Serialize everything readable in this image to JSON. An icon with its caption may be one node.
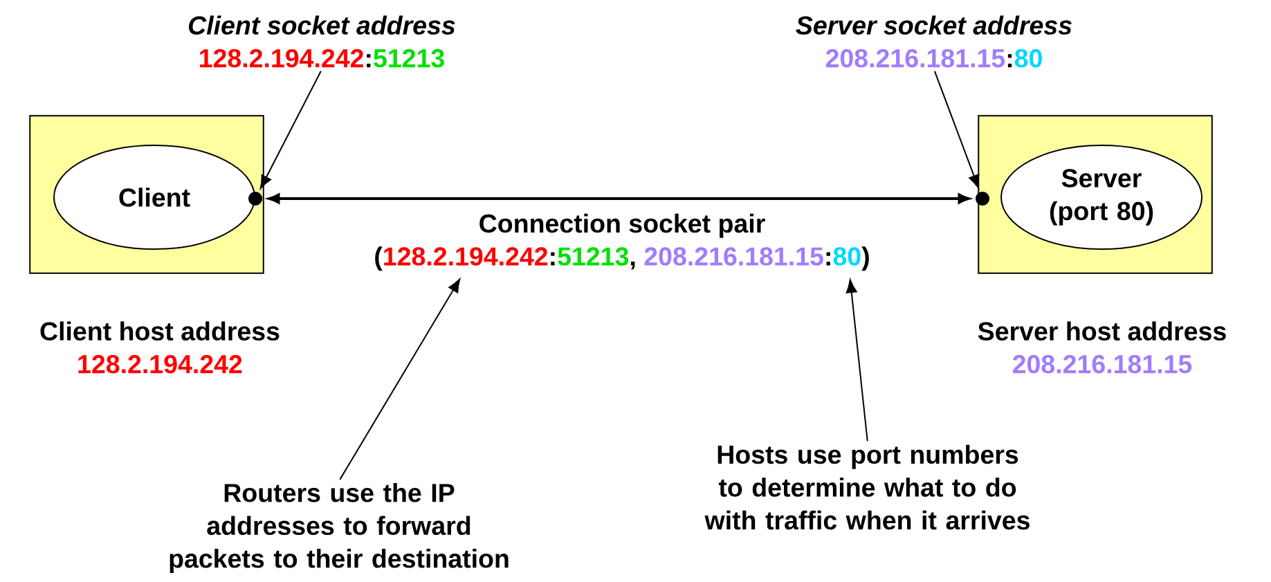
{
  "diagram": {
    "nodes": [
      {
        "text": [
          "Client socket address",
          "128.2.194.242",
          ":",
          "51213"
        ]
      },
      {
        "text": [
          "Server socket address",
          "208.216.181.15",
          ":",
          "80"
        ]
      },
      {
        "text": [],
        "shape": "box",
        "beside": [
          "Client host address",
          "128.2.194.242"
        ]
      },
      {
        "text": [
          "Client"
        ],
        "in": 2
      },
      {
        "text": [],
        "shape": "circle",
        "in": 2
      },
      {
        "text": [],
        "shape": "box",
        "beside": [
          "Server host address",
          "208.216.181.15"
        ]
      },
      {
        "text": [
          "Server (port 80)"
        ],
        "in": 5
      },
      {
        "text": [],
        "shape": "circle",
        "in": 5
      },
      {
        "text": [
          "Connection socket pair",
          "(",
          "128.2.194.242",
          ":",
          "51213",
          ",",
          "208.216.181.15",
          ":",
          "80",
          ")"
        ]
      },
      {
        "text": [
          "Routers use the IP addresses to forward packets to their destination"
        ]
      },
      {
        "text": [
          "Hosts use port numbers to determine what to do with traffic when it arrives"
        ]
      }
    ],
    "edges": [
      {
        "from": 4,
        "to": 7,
        "arrow": "both"
      },
      {
        "from": 0,
        "to": 4,
        "arrow": "to"
      },
      {
        "from": 1,
        "to": 7,
        "arrow": "to"
      },
      {
        "from": 9,
        "to": 8,
        "arrow": "to"
      },
      {
        "from": 10,
        "to": 8,
        "arrow": "to"
      }
    ]
  }
}
